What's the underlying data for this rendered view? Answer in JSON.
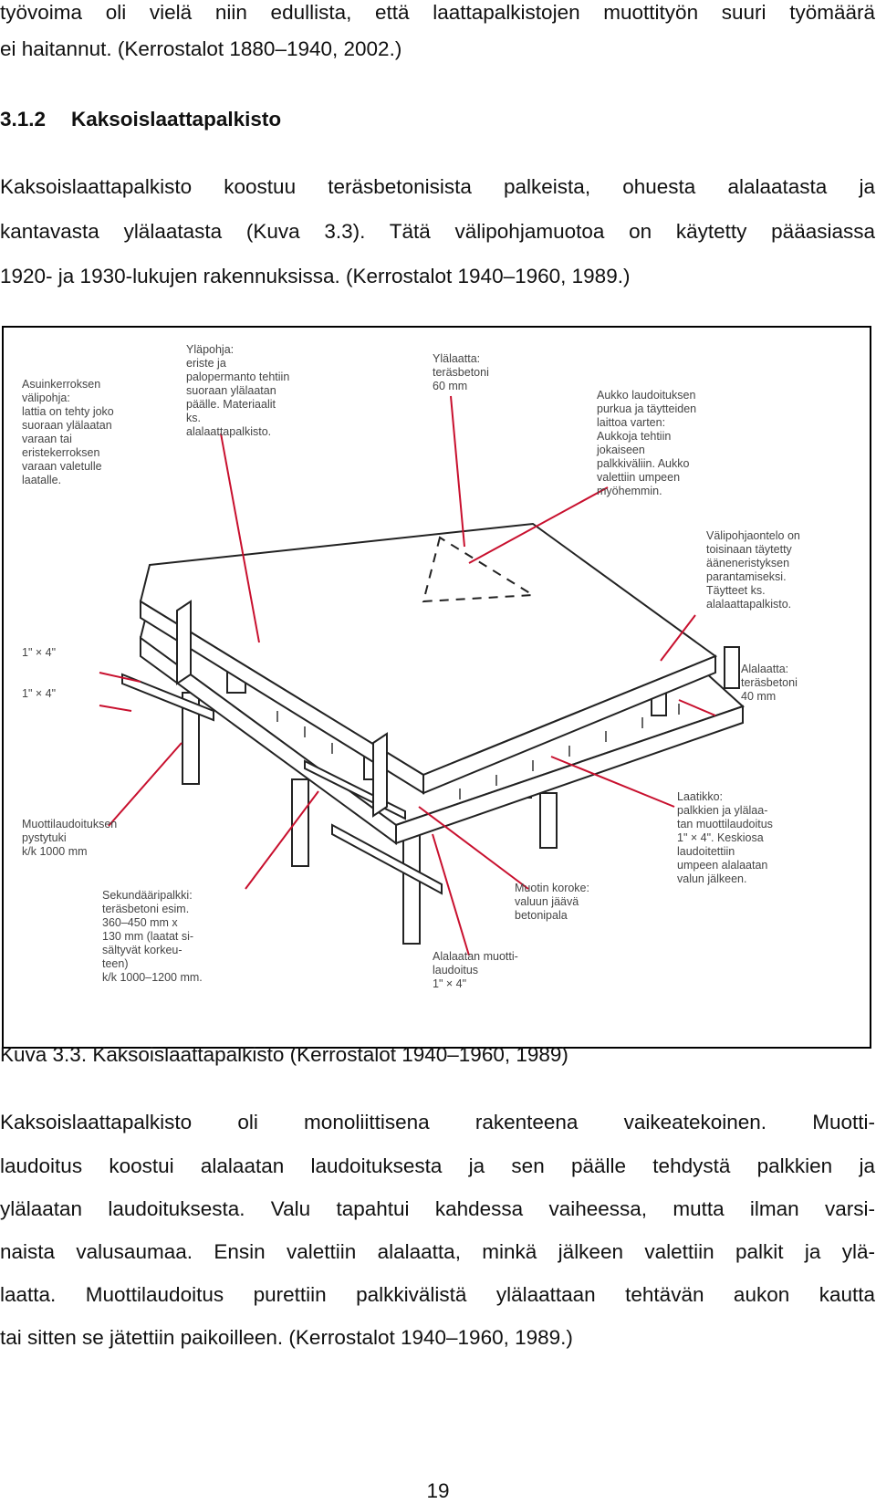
{
  "top_text": {
    "line1": "työvoima oli vielä niin edullista, että laattapalkistojen muottityön suuri työmäärä",
    "line2": "ei haitannut. (Kerrostalot 1880–1940, 2002.)"
  },
  "section": {
    "number": "3.1.2",
    "title": "Kaksoislaattapalkisto"
  },
  "intro_paragraph": {
    "line1": "Kaksoislaattapalkisto koostuu teräsbetonisista palkeista, ohuesta alalaatasta ja",
    "line2": "kantavasta ylälaatasta (Kuva 3.3). Tätä välipohjamuotoa on käytetty pääasiassa",
    "line3": "1920- ja 1930-lukujen rakennuksissa. (Kerrostalot 1940–1960, 1989.)"
  },
  "figure": {
    "labels": {
      "asuinkerros": [
        "Asuinkerroksen",
        "välipohja:",
        "lattia on tehty joko",
        "suoraan ylälaatan",
        "varaan tai",
        "eristekerroksen",
        "varaan valetulle",
        "laatalle."
      ],
      "ylapohja": [
        "Yläpohja:",
        "eriste ja",
        "palopermanto tehtiin",
        "suoraan ylälaatan",
        "päälle. Materiaalit",
        "ks.",
        "alalaattapalkisto."
      ],
      "ylalaatta": [
        "Ylälaatta:",
        "teräsbetoni",
        "60 mm"
      ],
      "aukko": [
        "Aukko laudoituksen",
        "purkua ja täytteiden",
        "laittoa varten:",
        "Aukkoja tehtiin",
        "jokaiseen",
        "palkkiväliin. Aukko",
        "valettiin umpeen",
        "myöhemmin."
      ],
      "valipohjaontelo": [
        "Välipohjaontelo on",
        "toisinaan täytetty",
        "ääneneristyksen",
        "parantamiseksi.",
        "Täytteet ks.",
        "alalaattapalkisto."
      ],
      "dim_upper": "1\" × 4\"",
      "dim_lower": "1\" × 4\"",
      "alalaatta": [
        "Alalaatta:",
        "teräsbetoni",
        "40 mm"
      ],
      "pystytuki": [
        "Muottilaudoituksen",
        "pystytuki",
        "k/k 1000 mm"
      ],
      "laatikko": [
        "Laatikko:",
        "palkkien ja ylälaa-",
        "tan muottilaudoitus",
        "1\" × 4\". Keskiosa",
        "laudoitettiin",
        "umpeen alalaatan",
        "valun jälkeen."
      ],
      "sekundaaripalkki": [
        "Sekundääripalkki:",
        "teräsbetoni esim.",
        "360–450 mm x",
        "130 mm (laatat si-",
        "sältyvät korkeu-",
        "teen)",
        "k/k 1000–1200 mm."
      ],
      "muotin_koroke": [
        "Muotin koroke:",
        "valuun jäävä",
        "betonipala"
      ],
      "alalaatan_muotti": [
        "Alalaatan muotti-",
        "laudoitus",
        "1\" × 4\""
      ]
    }
  },
  "caption": "Kuva 3.3. Kaksoislaattapalkisto (Kerrostalot 1940–1960, 1989)",
  "body_paragraph": {
    "line1": "Kaksoislaattapalkisto oli monoliittisena rakenteena vaikeatekoinen. Muotti-",
    "line2": "laudoitus koostui alalaatan laudoituksesta ja sen päälle tehdystä palkkien ja",
    "line3": "ylälaatan laudoituksesta. Valu tapahtui kahdessa vaiheessa, mutta ilman varsi-",
    "line4": "naista valusaumaa. Ensin valettiin alalaatta, minkä jälkeen valettiin palkit ja ylä-",
    "line5": "laatta. Muottilaudoitus purettiin palkkivälistä ylälaattaan tehtävän aukon kautta",
    "line6": "tai sitten se jätettiin paikoilleen. (Kerrostalot 1940–1960, 1989.)"
  },
  "page_number": "19"
}
